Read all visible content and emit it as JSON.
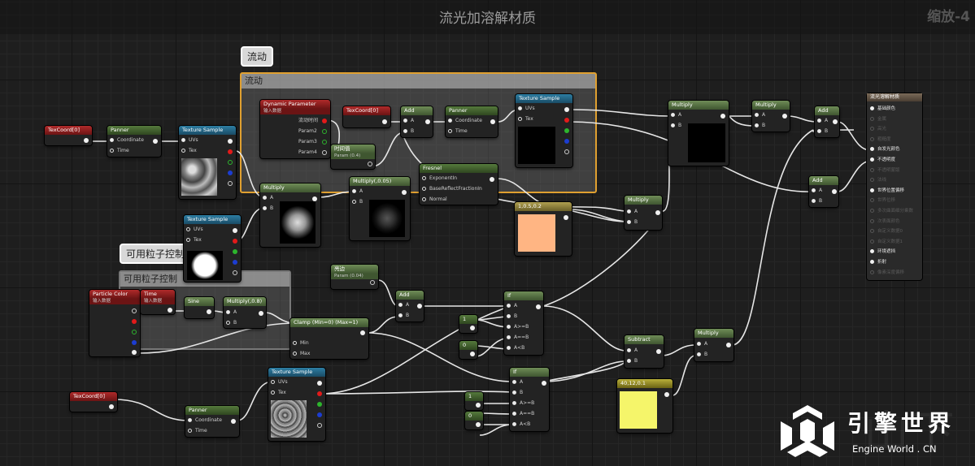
{
  "header": {
    "title": "流光加溶解材质",
    "zoom": "缩放-4"
  },
  "comments": {
    "flow": "流动",
    "flow_bubble": "流动",
    "particle": "可用粒子控制",
    "particle_bubble": "可用粒子控制"
  },
  "nodes": {
    "texcoord_left": {
      "title": "TexCoord[0]"
    },
    "panner_top": {
      "title": "Panner",
      "pins": [
        "Coordinate",
        "Time"
      ]
    },
    "texsample_top": {
      "title": "Texture Sample",
      "pins": [
        "UVs",
        "Tex"
      ]
    },
    "dynparam": {
      "title": "Dynamic Parameter",
      "subtitle": "输入数据",
      "pins": [
        "流动时间",
        "Param2",
        "Param3",
        "Param4"
      ]
    },
    "texcoord_mid": {
      "title": "TexCoord[0]"
    },
    "add_mid": {
      "title": "Add",
      "pins": [
        "A",
        "B"
      ]
    },
    "panner_mid": {
      "title": "Panner",
      "pins": [
        "Coordinate",
        "Time"
      ]
    },
    "texsample_flow": {
      "title": "Texture Sample",
      "pins": [
        "UVs",
        "Tex"
      ]
    },
    "timevalue": {
      "title": "时间值",
      "subtitle": "Param (0.4)"
    },
    "fresnel": {
      "title": "Fresnel",
      "pins": [
        "ExponentIn",
        "BaseReflectFractionIn",
        "Normal"
      ]
    },
    "multiply_1": {
      "title": "Multiply",
      "pins": [
        "A",
        "B"
      ]
    },
    "multiply_005": {
      "title": "Multiply(,0.05)",
      "pins": [
        "A",
        "B"
      ]
    },
    "texsample_mid": {
      "title": "Texture Sample",
      "pins": [
        "UVs",
        "Tex"
      ]
    },
    "const_color": {
      "title": "1,0.5,0.2"
    },
    "multiply_right": {
      "title": "Multiply",
      "pins": [
        "A",
        "B"
      ]
    },
    "multiply_top": {
      "title": "Multiply",
      "pins": [
        "A",
        "B"
      ]
    },
    "multiply_top2": {
      "title": "Multiply",
      "pins": [
        "A",
        "B"
      ]
    },
    "add_top": {
      "title": "Add",
      "pins": [
        "A",
        "B"
      ]
    },
    "add_right": {
      "title": "Add",
      "pins": [
        "A",
        "B"
      ]
    },
    "edge": {
      "title": "亮边",
      "subtitle": "Param (0.04)"
    },
    "particle_color": {
      "title": "Particle Color",
      "subtitle": "输入数据"
    },
    "time": {
      "title": "Time",
      "subtitle": "输入数据"
    },
    "sine": {
      "title": "Sine"
    },
    "multiply_08": {
      "title": "Multiply(,0.8)",
      "pins": [
        "A",
        "B"
      ]
    },
    "add_low": {
      "title": "Add",
      "pins": [
        "A",
        "B"
      ]
    },
    "clamp": {
      "title": "Clamp (Min=0) (Max=1)",
      "pins": [
        "Min",
        "Max"
      ]
    },
    "if_top": {
      "title": "If",
      "pins": [
        "A",
        "B",
        "A>=B",
        "A==B",
        "A<B"
      ]
    },
    "if_bottom": {
      "title": "If",
      "pins": [
        "A",
        "B",
        "A>=B",
        "A==B",
        "A<B"
      ]
    },
    "const_1a": {
      "title": "1"
    },
    "const_0a": {
      "title": "0"
    },
    "const_1b": {
      "title": "1"
    },
    "const_0b": {
      "title": "0"
    },
    "subtract": {
      "title": "Subtract",
      "pins": [
        "A",
        "B"
      ]
    },
    "multiply_low": {
      "title": "Multiply",
      "pins": [
        "A",
        "B"
      ]
    },
    "const_yellow": {
      "title": "40,12,0.1"
    },
    "texsample_low": {
      "title": "Texture Sample",
      "pins": [
        "UVs",
        "Tex"
      ]
    },
    "texcoord_low": {
      "title": "TexCoord[0]"
    },
    "panner_low": {
      "title": "Panner",
      "pins": [
        "Coordinate",
        "Time"
      ]
    }
  },
  "material": {
    "title": "流光溶解材质",
    "pins": [
      "基础颜色",
      "金属",
      "高光",
      "粗糙度",
      "自发光颜色",
      "不透明度",
      "不透明蒙版",
      "法线",
      "世界位置偏移",
      "世界位移",
      "多次曲面细分乘数",
      "次表面颜色",
      "自定义数据0",
      "自定义数据1",
      "环境遮挡",
      "折射",
      "像素深度偏移"
    ],
    "active": [
      true,
      false,
      false,
      false,
      true,
      true,
      false,
      false,
      true,
      false,
      false,
      false,
      false,
      false,
      true,
      true,
      false
    ]
  },
  "brand": {
    "name": "引擎世界",
    "sub": "Engine World . CN",
    "watermark": "山下"
  },
  "colors": {
    "comment_border": "#e0a030",
    "const_orange": "#ffb583",
    "const_yellow": "#f5f56a"
  }
}
